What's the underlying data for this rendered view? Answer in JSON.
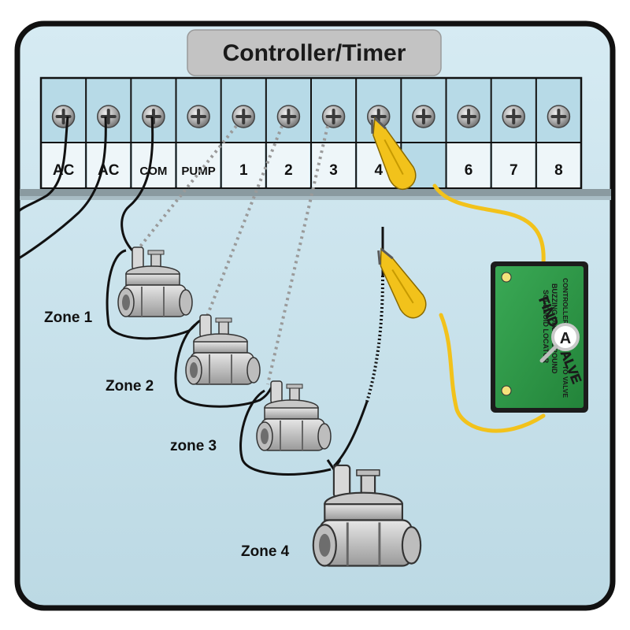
{
  "controller": {
    "title": "Controller/Timer",
    "terminals": [
      "AC",
      "AC",
      "COM",
      "PUMP",
      "1",
      "2",
      "3",
      "4",
      "",
      "6",
      "7",
      "8"
    ]
  },
  "zones": [
    "Zone 1",
    "Zone 2",
    "zone 3",
    "Zone 4"
  ],
  "device": {
    "brand": "FIND-A-VALVE",
    "brand_letter": "A",
    "tagline_1": "BUZZING UNDERGROUND",
    "tagline_2": "SOLENOID LOCATOR",
    "label_controller": "CONTROLLER",
    "label_to_valve": "TO VALVE"
  },
  "colors": {
    "panel_bg": "#c9e2ec",
    "panel_border": "#111111",
    "title_bg": "#c4c4c4",
    "terminal_strip": "#b8dbe8",
    "device_green": "#2f9a47",
    "clip_yellow": "#f2c21b",
    "wire_black": "#111111",
    "dotted_wire": "#9a9a9a"
  }
}
